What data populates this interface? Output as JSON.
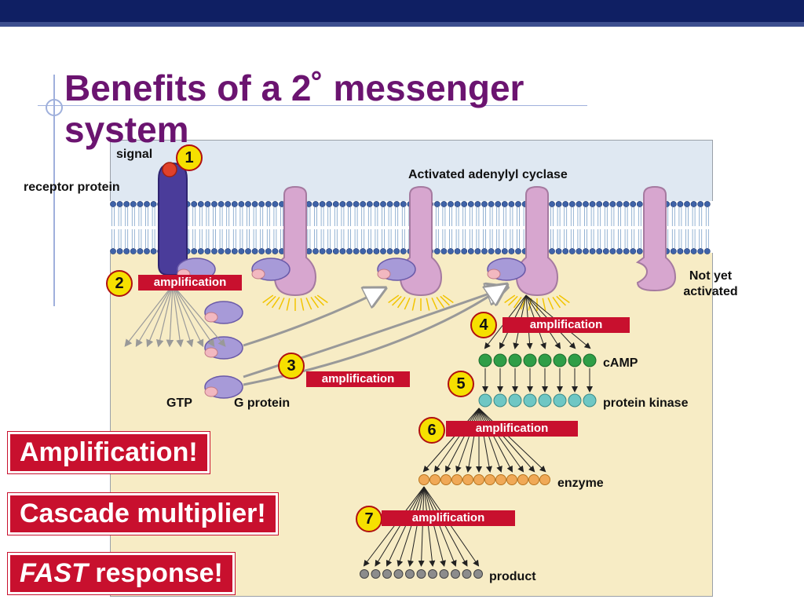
{
  "slide": {
    "title": "Benefits of a 2˚ messenger system"
  },
  "diagram": {
    "labels": {
      "signal": "signal",
      "receptor": "receptor protein",
      "adenylyl": "Activated adenylyl cyclase",
      "not_yet": "Not yet activated",
      "camp": "cAMP",
      "pk": "protein kinase",
      "enzyme": "enzyme",
      "product": "product",
      "gtp": "GTP",
      "gprotein": "G protein"
    },
    "steps": [
      "1",
      "2",
      "3",
      "4",
      "5",
      "6",
      "7"
    ],
    "amplification_label": "amplification",
    "colors": {
      "membrane_bg": "#dfe8f2",
      "cytoplasm": "#f7ecc5",
      "receptor": "#4a3c9a",
      "adenylyl": "#d7a6cf",
      "g_protein": "#a79ad8",
      "camp": "#2f9e47",
      "protein_kinase": "#6fc7c4",
      "enzyme": "#f0a957",
      "product": "#8c8c8c",
      "signal": "#e0412a",
      "badge": "#f6e000",
      "callout": "#c8102e"
    }
  },
  "callouts": {
    "amplification": "Amplification!",
    "cascade": "Cascade multiplier!",
    "fast_italic": "FAST",
    "fast_rest": " response!"
  }
}
